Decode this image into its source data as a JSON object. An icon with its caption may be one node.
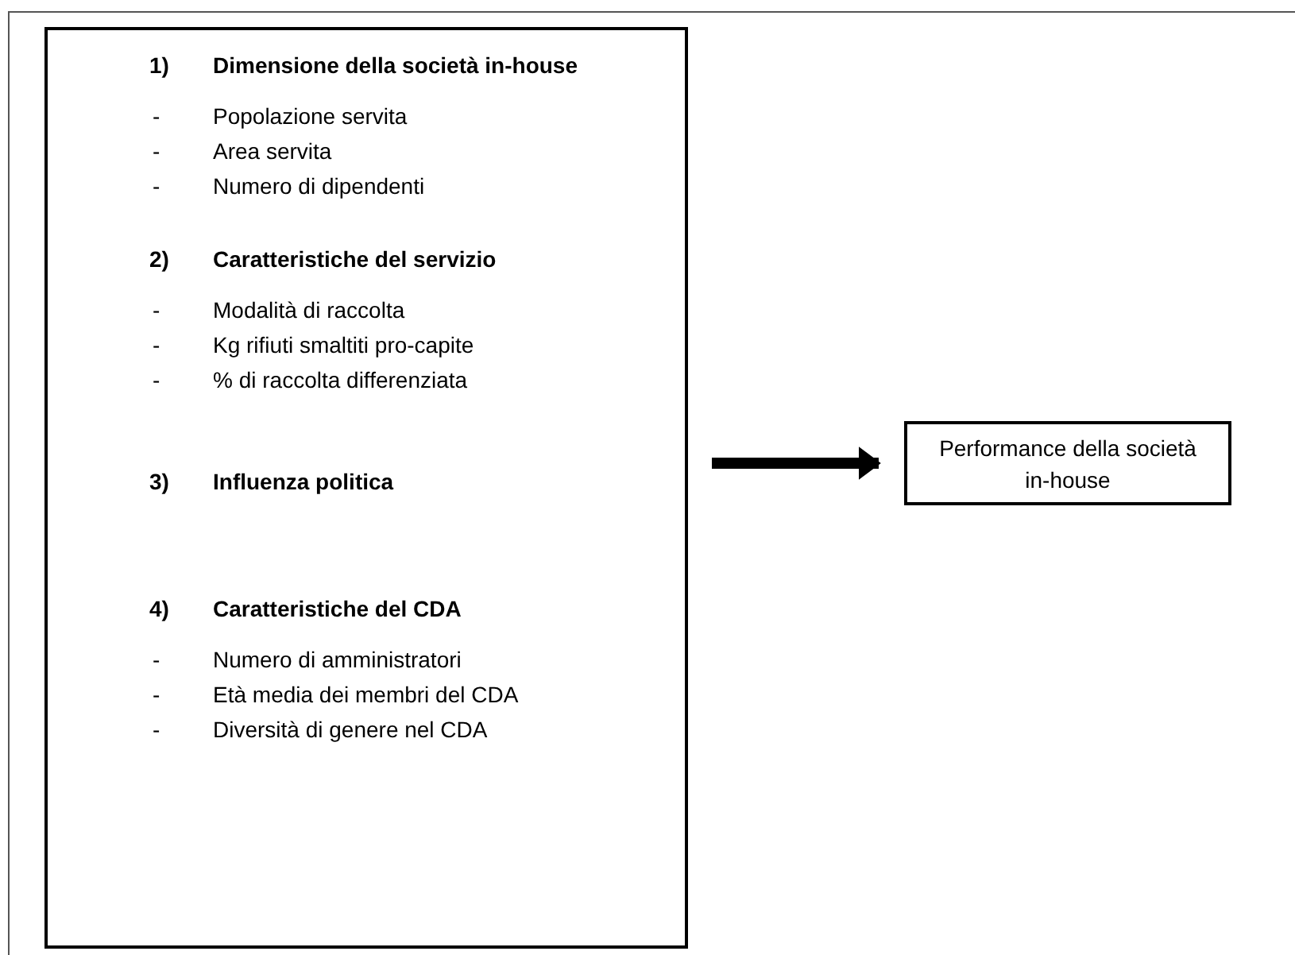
{
  "diagram": {
    "nodes": [
      {
        "text": [
          "1) Dimensione della società in-house",
          "- Popolazione servita",
          "- Area servita",
          "- Numero di dipendenti",
          "2) Caratteristiche del servizio",
          "- Modalità di raccolta",
          "- Kg rifiuti smaltiti pro-capite",
          "- % di raccolta differenziata",
          "3) Influenza politica",
          "4) Caratteristiche del CDA",
          "- Numero di amministratori",
          "- Età media dei membri del CDA",
          "- Diversità di genere nel CDA"
        ]
      },
      {
        "text": [
          "Performance della società in-house"
        ]
      }
    ],
    "edges": [
      {
        "from": 0,
        "to": 1,
        "arrow": "to"
      }
    ]
  }
}
